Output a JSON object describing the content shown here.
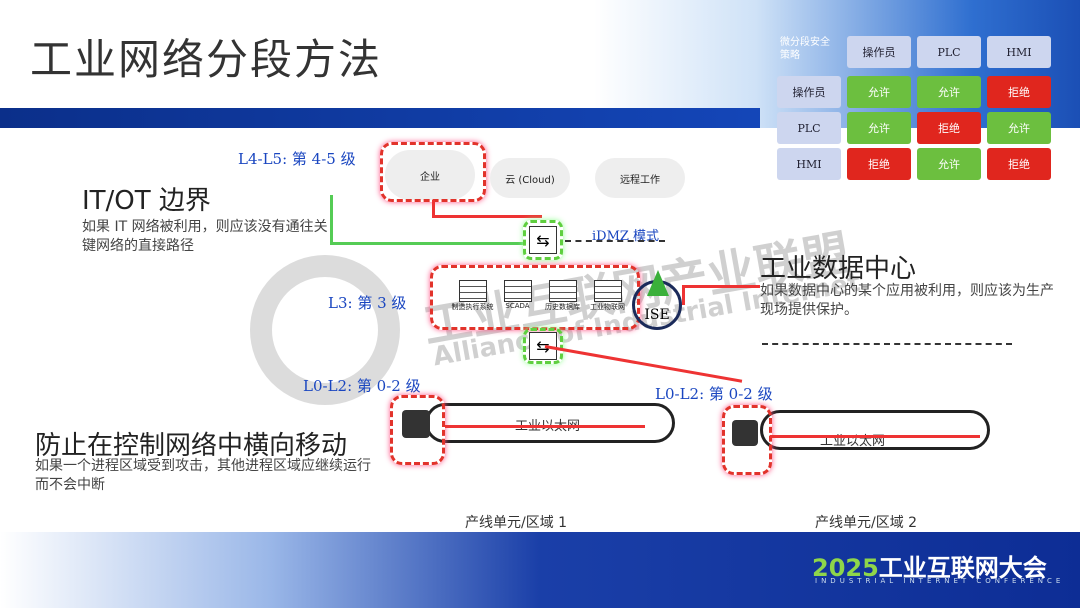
{
  "title": "工业网络分段方法",
  "matrix": {
    "label": "微分段安全策略",
    "cols": [
      "操作员",
      "PLC",
      "HMI"
    ],
    "rows": [
      {
        "name": "操作员",
        "cells": [
          "允许",
          "允许",
          "拒绝"
        ]
      },
      {
        "name": "PLC",
        "cells": [
          "允许",
          "拒绝",
          "允许"
        ]
      },
      {
        "name": "HMI",
        "cells": [
          "拒绝",
          "允许",
          "拒绝"
        ]
      }
    ]
  },
  "levels": {
    "l45": "L4-L5: 第 4-5 级",
    "l3": "L3: 第 3 级",
    "l02a": "L0-L2: 第 0-2 级",
    "l02b": "L0-L2: 第 0-2 级",
    "idmz": "iDMZ 模式"
  },
  "clouds": [
    "企业",
    "云 (Cloud)",
    "远程工作"
  ],
  "servers": [
    "制造执行系统",
    "SCADA",
    "历史数据库",
    "工业物联网"
  ],
  "ise": "ISE",
  "itot": {
    "heading": "IT/OT 边界",
    "text": "如果 IT 网络被利用，则应该没有通往关键网络的直接路径"
  },
  "dc": {
    "heading": "工业数据中心",
    "text": "如果数据中心的某个应用被利用，则应该为生产现场提供保护。"
  },
  "lateral": {
    "heading": "防止在控制网络中横向移动",
    "text": "如果一个进程区域受到攻击，其他进程区域应继续运行而不会中断"
  },
  "ring_label": "工业以太网",
  "zones": [
    "产线单元/区域 1",
    "产线单元/区域 2"
  ],
  "watermark": {
    "cn": "工业互联网产业联盟",
    "en": "Alliance of Industrial Internet"
  },
  "conference": {
    "year": "2025",
    "name": "工业互联网大会",
    "en": "INDUSTRIAL INTERNET CONFERENCE"
  }
}
